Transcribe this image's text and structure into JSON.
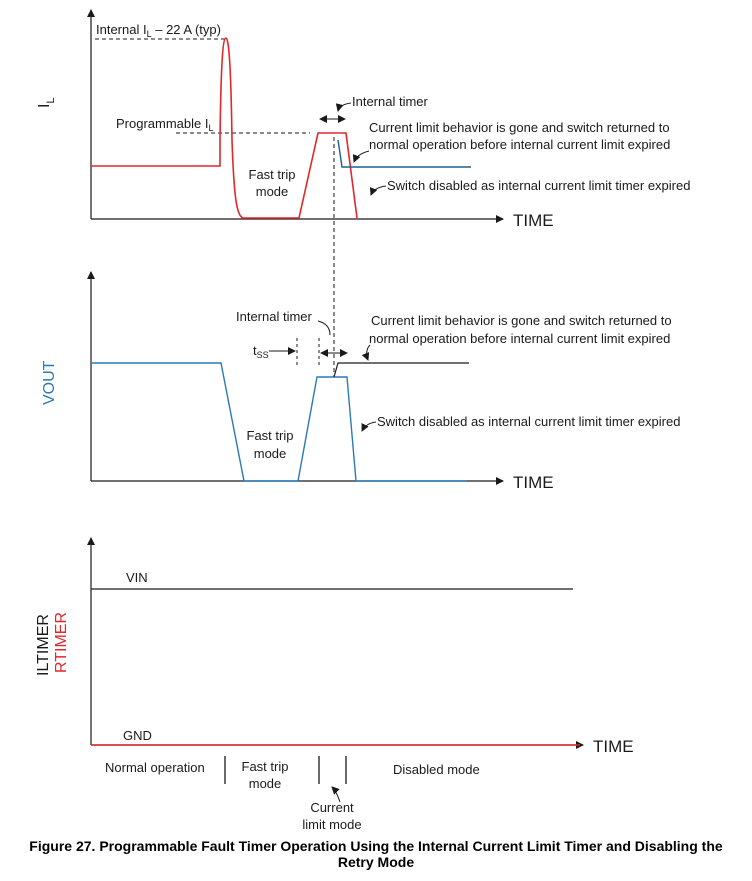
{
  "colors": {
    "axis": "#1a1a1a",
    "il_trace": "#e3262a",
    "vout_trace": "#2a7ab8",
    "after_trace": "#1f5f8b",
    "rtimer": "#e3262a",
    "vout_label": "#2a7ab8"
  },
  "panel1": {
    "ylabel_main": "I",
    "ylabel_sub": "L",
    "time_label": "TIME",
    "internal_il_prefix": "Internal I",
    "internal_il_sub": "L",
    "internal_il_suffix": " – 22 A (typ)",
    "programmable_il": "Programmable I",
    "programmable_il_sub": "L",
    "internal_timer": "Internal timer",
    "fast_trip_1": "Fast trip",
    "fast_trip_2": "mode",
    "behavior_1": "Current limit behavior is gone and switch returned to",
    "behavior_2": "normal operation before internal current limit expired",
    "disabled": "Switch disabled as internal current limit timer expired"
  },
  "panel2": {
    "ylabel": "VOUT",
    "time_label": "TIME",
    "internal_timer": "Internal timer",
    "tss_main": "t",
    "tss_sub": "SS",
    "fast_trip_1": "Fast trip",
    "fast_trip_2": "mode",
    "behavior_1": "Current limit behavior is gone and switch returned to",
    "behavior_2": "normal operation before internal current limit expired",
    "disabled": "Switch disabled as internal current limit timer expired"
  },
  "panel3": {
    "ylabel_iltimer": "ILTIMER",
    "ylabel_rtimer": "RTIMER",
    "time_label": "TIME",
    "vin": "VIN",
    "gnd": "GND"
  },
  "modes": {
    "normal": "Normal operation",
    "fast_trip_1": "Fast trip",
    "fast_trip_2": "mode",
    "current_limit_1": "Current",
    "current_limit_2": "limit mode",
    "disabled": "Disabled mode"
  },
  "caption": {
    "line1": "Figure 27.  Programmable Fault Timer Operation Using the Internal Current Limit Timer and Disabling the",
    "line2": "Retry Mode"
  }
}
